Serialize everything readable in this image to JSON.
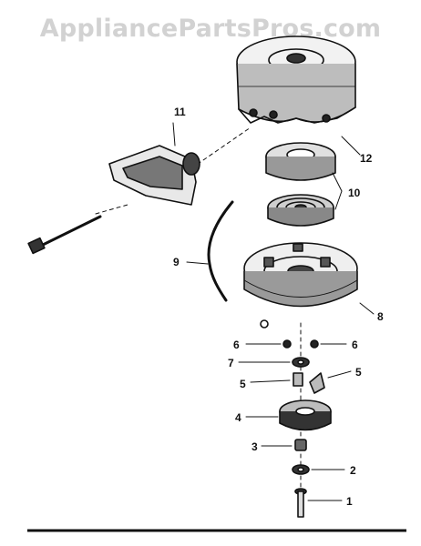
{
  "watermark": "AppliancePartsPros.com",
  "callouts": [
    {
      "key": "p11",
      "text": "11"
    },
    {
      "key": "p12",
      "text": "12"
    },
    {
      "key": "p10",
      "text": "10"
    },
    {
      "key": "p9",
      "text": "9"
    },
    {
      "key": "p8",
      "text": "8"
    },
    {
      "key": "p6a",
      "text": "6"
    },
    {
      "key": "p6b",
      "text": "6"
    },
    {
      "key": "p7",
      "text": "7"
    },
    {
      "key": "p5a",
      "text": "5"
    },
    {
      "key": "p5b",
      "text": "5"
    },
    {
      "key": "p4",
      "text": "4"
    },
    {
      "key": "p3",
      "text": "3"
    },
    {
      "key": "p2",
      "text": "2"
    },
    {
      "key": "p1",
      "text": "1"
    }
  ]
}
